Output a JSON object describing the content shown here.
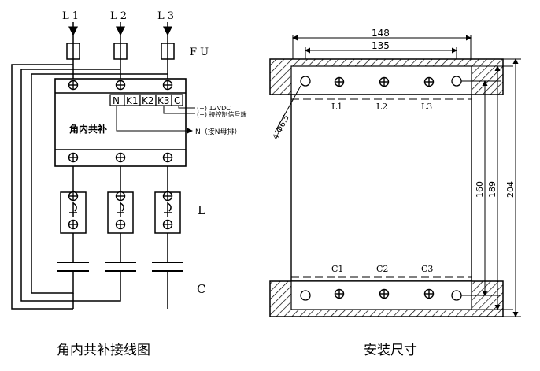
{
  "wiring_diagram": {
    "phases": [
      "L 1",
      "L 2",
      "L 3"
    ],
    "fuse_label": "F U",
    "terminal_labels": [
      "N",
      "K1",
      "K2",
      "K3",
      "C"
    ],
    "device_name": "角内共补",
    "note_plus": "(+) 12VDC",
    "note_minus": "(−) 接控制信号端",
    "note_n": "N（接N母排）",
    "switch_label": "L",
    "capacitor_label": "C",
    "caption": "角内共补接线图"
  },
  "mounting_drawing": {
    "dim_overall_width": "148",
    "dim_hole_pitch_x": "135",
    "dim_hole": "4-Φ6.5",
    "dim_height_1": "160",
    "dim_height_2": "189",
    "dim_height_3": "204",
    "top_terminals": [
      "L1",
      "L2",
      "L3"
    ],
    "bottom_terminals": [
      "C1",
      "C2",
      "C3"
    ],
    "caption": "安装尺寸"
  }
}
